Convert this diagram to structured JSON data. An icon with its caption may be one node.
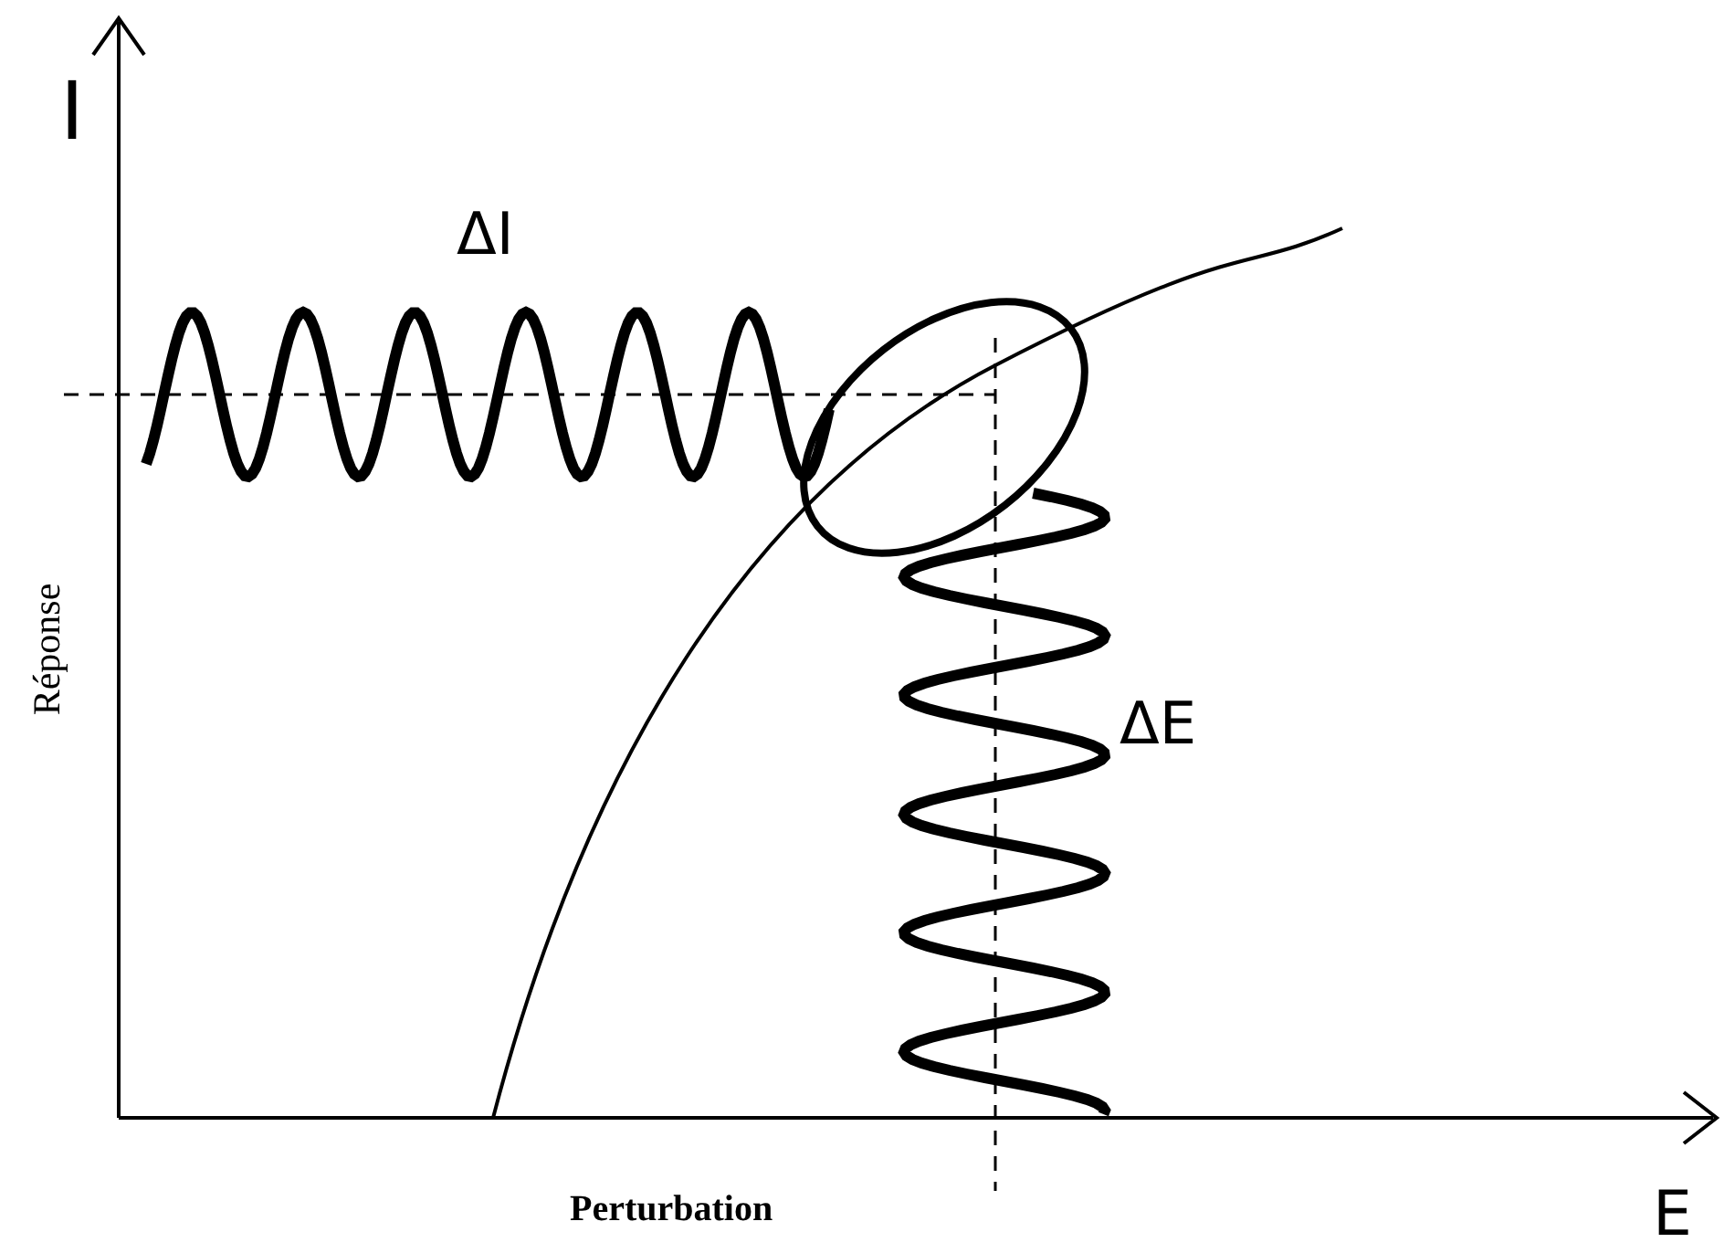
{
  "diagram": {
    "labels": [
      "I",
      "ΔI",
      "Réponse",
      "ΔE",
      "Perturbation",
      "E"
    ]
  }
}
